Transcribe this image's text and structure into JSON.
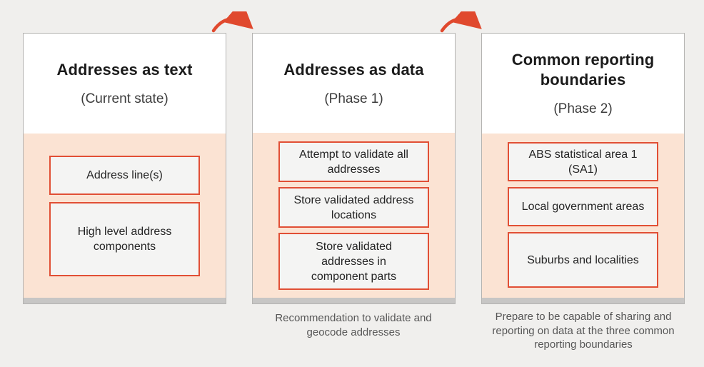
{
  "diagram": {
    "title": "Address data phased transition diagram",
    "colors": {
      "page_background": "#f0efed",
      "accent_red": "#e14f35",
      "arrow_red": "#e0492e",
      "peach_section": "#fbe3d3",
      "box_fill": "#f4f4f3",
      "card_border": "#b5b4b2",
      "bottom_strip": "#c7c6c5",
      "caption_text": "#575757"
    },
    "icons": {
      "flow_arrow": "curved-right-arrow"
    }
  },
  "columns": [
    {
      "title": "Addresses as text",
      "subtitle": "(Current state)",
      "boxes": [
        {
          "label": "Address line(s)"
        },
        {
          "label": "High level address components"
        }
      ],
      "caption": ""
    },
    {
      "title": "Addresses as data",
      "subtitle": "(Phase 1)",
      "boxes": [
        {
          "label": "Attempt to validate all addresses"
        },
        {
          "label": "Store validated address locations"
        },
        {
          "label": "Store validated addresses in component parts"
        }
      ],
      "caption": "Recommendation to validate and geocode addresses"
    },
    {
      "title": "Common reporting boundaries",
      "subtitle": "(Phase 2)",
      "boxes": [
        {
          "label": "ABS statistical area 1 (SA1)"
        },
        {
          "label": "Local government areas"
        },
        {
          "label": "Suburbs and localities"
        }
      ],
      "caption": "Prepare to be capable of sharing and reporting on data at the three common reporting boundaries"
    }
  ]
}
